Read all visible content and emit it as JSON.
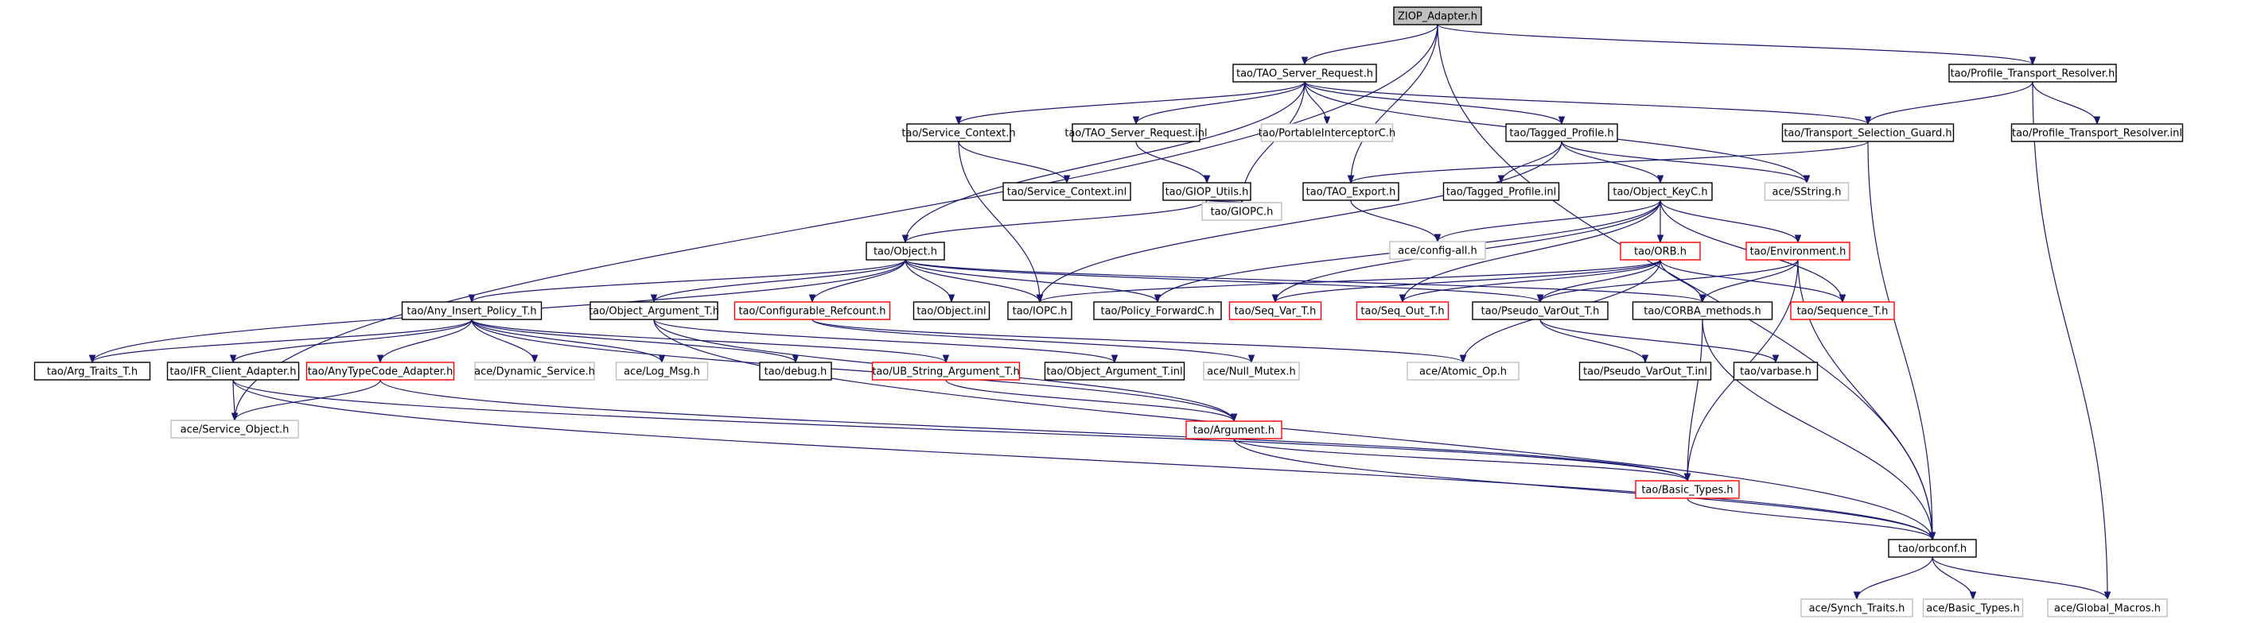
{
  "colors": {
    "normal_border": "#000000",
    "incomplete_border": "#ff0000",
    "external_border": "#bfbfbf",
    "root_fill": "#bfbfbf",
    "node_fill": "#ffffff",
    "edge": "#191970",
    "text": "#000000",
    "external_text": "#7f7f7f"
  },
  "nodes": [
    {
      "id": "ziop",
      "label": "ZIOP_Adapter.h",
      "kind": "root"
    },
    {
      "id": "srvreq",
      "label": "tao/TAO_Server_Request.h",
      "kind": "normal"
    },
    {
      "id": "ptr",
      "label": "tao/Profile_Transport_Resolver.h",
      "kind": "normal"
    },
    {
      "id": "svcctx",
      "label": "tao/Service_Context.h",
      "kind": "normal"
    },
    {
      "id": "srvreqinl",
      "label": "tao/TAO_Server_Request.inl",
      "kind": "normal"
    },
    {
      "id": "pic",
      "label": "tao/PortableInterceptorC.h",
      "kind": "external"
    },
    {
      "id": "tagged",
      "label": "tao/Tagged_Profile.h",
      "kind": "normal"
    },
    {
      "id": "tsg",
      "label": "tao/Transport_Selection_Guard.h",
      "kind": "normal"
    },
    {
      "id": "ptrinl",
      "label": "tao/Profile_Transport_Resolver.inl",
      "kind": "normal"
    },
    {
      "id": "svcctxinl",
      "label": "tao/Service_Context.inl",
      "kind": "normal"
    },
    {
      "id": "giopu",
      "label": "tao/GIOP_Utils.h",
      "kind": "normal"
    },
    {
      "id": "taoexp",
      "label": "tao/TAO_Export.h",
      "kind": "normal"
    },
    {
      "id": "taggedinl",
      "label": "tao/Tagged_Profile.inl",
      "kind": "normal"
    },
    {
      "id": "objkey",
      "label": "tao/Object_KeyC.h",
      "kind": "normal"
    },
    {
      "id": "sstring",
      "label": "ace/SString.h",
      "kind": "external"
    },
    {
      "id": "giopc",
      "label": "tao/GIOPC.h",
      "kind": "external"
    },
    {
      "id": "cfgall",
      "label": "ace/config-all.h",
      "kind": "external"
    },
    {
      "id": "object",
      "label": "tao/Object.h",
      "kind": "normal"
    },
    {
      "id": "orb",
      "label": "tao/ORB.h",
      "kind": "incomplete"
    },
    {
      "id": "env",
      "label": "tao/Environment.h",
      "kind": "incomplete"
    },
    {
      "id": "aipt",
      "label": "tao/Any_Insert_Policy_T.h",
      "kind": "normal"
    },
    {
      "id": "oat",
      "label": "tao/Object_Argument_T.h",
      "kind": "normal"
    },
    {
      "id": "cfgref",
      "label": "tao/Configurable_Refcount.h",
      "kind": "incomplete"
    },
    {
      "id": "objinl",
      "label": "tao/Object.inl",
      "kind": "normal"
    },
    {
      "id": "iopc",
      "label": "tao/IOPC.h",
      "kind": "normal"
    },
    {
      "id": "polfwd",
      "label": "tao/Policy_ForwardC.h",
      "kind": "normal"
    },
    {
      "id": "seqvar",
      "label": "tao/Seq_Var_T.h",
      "kind": "incomplete"
    },
    {
      "id": "seqout",
      "label": "tao/Seq_Out_T.h",
      "kind": "incomplete"
    },
    {
      "id": "pvout",
      "label": "tao/Pseudo_VarOut_T.h",
      "kind": "normal"
    },
    {
      "id": "corbam",
      "label": "tao/CORBA_methods.h",
      "kind": "normal"
    },
    {
      "id": "seqt",
      "label": "tao/Sequence_T.h",
      "kind": "incomplete"
    },
    {
      "id": "argtr",
      "label": "tao/Arg_Traits_T.h",
      "kind": "normal"
    },
    {
      "id": "ifrca",
      "label": "tao/IFR_Client_Adapter.h",
      "kind": "normal"
    },
    {
      "id": "anytc",
      "label": "tao/AnyTypeCode_Adapter.h",
      "kind": "incomplete"
    },
    {
      "id": "dynsvc",
      "label": "ace/Dynamic_Service.h",
      "kind": "external"
    },
    {
      "id": "logmsg",
      "label": "ace/Log_Msg.h",
      "kind": "external"
    },
    {
      "id": "debug",
      "label": "tao/debug.h",
      "kind": "normal"
    },
    {
      "id": "ubs",
      "label": "tao/UB_String_Argument_T.h",
      "kind": "incomplete"
    },
    {
      "id": "oatinl",
      "label": "tao/Object_Argument_T.inl",
      "kind": "normal"
    },
    {
      "id": "nullmx",
      "label": "ace/Null_Mutex.h",
      "kind": "external"
    },
    {
      "id": "atomic",
      "label": "ace/Atomic_Op.h",
      "kind": "external"
    },
    {
      "id": "pvoutinl",
      "label": "tao/Pseudo_VarOut_T.inl",
      "kind": "normal"
    },
    {
      "id": "varbase",
      "label": "tao/varbase.h",
      "kind": "normal"
    },
    {
      "id": "svcobj",
      "label": "ace/Service_Object.h",
      "kind": "external"
    },
    {
      "id": "argh",
      "label": "tao/Argument.h",
      "kind": "incomplete"
    },
    {
      "id": "basict",
      "label": "tao/Basic_Types.h",
      "kind": "incomplete"
    },
    {
      "id": "orbconf",
      "label": "tao/orbconf.h",
      "kind": "normal"
    },
    {
      "id": "synch",
      "label": "ace/Synch_Traits.h",
      "kind": "external"
    },
    {
      "id": "acebasic",
      "label": "ace/Basic_Types.h",
      "kind": "external"
    },
    {
      "id": "glob",
      "label": "ace/Global_Macros.h",
      "kind": "external"
    }
  ],
  "edges": [
    [
      "ziop",
      "srvreq"
    ],
    [
      "ziop",
      "ptr"
    ],
    [
      "ziop",
      "taoexp"
    ],
    [
      "ziop",
      "orbconf"
    ],
    [
      "ziop",
      "svcobj"
    ],
    [
      "srvreq",
      "object"
    ],
    [
      "srvreq",
      "svcctx"
    ],
    [
      "srvreq",
      "srvreqinl"
    ],
    [
      "srvreq",
      "pic"
    ],
    [
      "srvreq",
      "tagged"
    ],
    [
      "srvreq",
      "tsg"
    ],
    [
      "srvreq",
      "sstring"
    ],
    [
      "srvreq",
      "giopc"
    ],
    [
      "ptr",
      "tsg"
    ],
    [
      "ptr",
      "ptrinl"
    ],
    [
      "ptr",
      "glob"
    ],
    [
      "svcctx",
      "svcctxinl"
    ],
    [
      "svcctx",
      "iopc"
    ],
    [
      "srvreqinl",
      "giopu"
    ],
    [
      "giopu",
      "object"
    ],
    [
      "giopu",
      "giopc"
    ],
    [
      "tagged",
      "objkey"
    ],
    [
      "tagged",
      "taggedinl"
    ],
    [
      "tagged",
      "sstring"
    ],
    [
      "tagged",
      "iopc"
    ],
    [
      "tsg",
      "taoexp"
    ],
    [
      "tsg",
      "orbconf"
    ],
    [
      "taoexp",
      "cfgall"
    ],
    [
      "objkey",
      "cfgall"
    ],
    [
      "objkey",
      "orb"
    ],
    [
      "objkey",
      "env"
    ],
    [
      "objkey",
      "seqt"
    ],
    [
      "objkey",
      "seqvar"
    ],
    [
      "objkey",
      "seqout"
    ],
    [
      "objkey",
      "polfwd"
    ],
    [
      "object",
      "aipt"
    ],
    [
      "object",
      "oat"
    ],
    [
      "object",
      "cfgref"
    ],
    [
      "object",
      "objinl"
    ],
    [
      "object",
      "iopc"
    ],
    [
      "object",
      "polfwd"
    ],
    [
      "object",
      "pvout"
    ],
    [
      "object",
      "corbam"
    ],
    [
      "object",
      "argtr"
    ],
    [
      "orb",
      "seqvar"
    ],
    [
      "orb",
      "seqout"
    ],
    [
      "orb",
      "pvout"
    ],
    [
      "orb",
      "corbam"
    ],
    [
      "orb",
      "seqt"
    ],
    [
      "orb",
      "atomic"
    ],
    [
      "orb",
      "iopc"
    ],
    [
      "env",
      "pvout"
    ],
    [
      "env",
      "corbam"
    ],
    [
      "env",
      "basict"
    ],
    [
      "env",
      "orbconf"
    ],
    [
      "aipt",
      "argtr"
    ],
    [
      "aipt",
      "ifrca"
    ],
    [
      "aipt",
      "anytc"
    ],
    [
      "aipt",
      "dynsvc"
    ],
    [
      "aipt",
      "logmsg"
    ],
    [
      "aipt",
      "debug"
    ],
    [
      "aipt",
      "ubs"
    ],
    [
      "aipt",
      "argh"
    ],
    [
      "oat",
      "oatinl"
    ],
    [
      "oat",
      "argh"
    ],
    [
      "oat",
      "orbconf"
    ],
    [
      "cfgref",
      "nullmx"
    ],
    [
      "cfgref",
      "atomic"
    ],
    [
      "pvout",
      "pvoutinl"
    ],
    [
      "pvout",
      "varbase"
    ],
    [
      "corbam",
      "basict"
    ],
    [
      "corbam",
      "orbconf"
    ],
    [
      "ifrca",
      "svcobj"
    ],
    [
      "ifrca",
      "basict"
    ],
    [
      "ifrca",
      "orbconf"
    ],
    [
      "anytc",
      "svcobj"
    ],
    [
      "anytc",
      "basict"
    ],
    [
      "ubs",
      "argh"
    ],
    [
      "argh",
      "basict"
    ],
    [
      "argh",
      "orbconf"
    ],
    [
      "basict",
      "orbconf"
    ],
    [
      "orbconf",
      "synch"
    ],
    [
      "orbconf",
      "acebasic"
    ],
    [
      "orbconf",
      "glob"
    ]
  ]
}
